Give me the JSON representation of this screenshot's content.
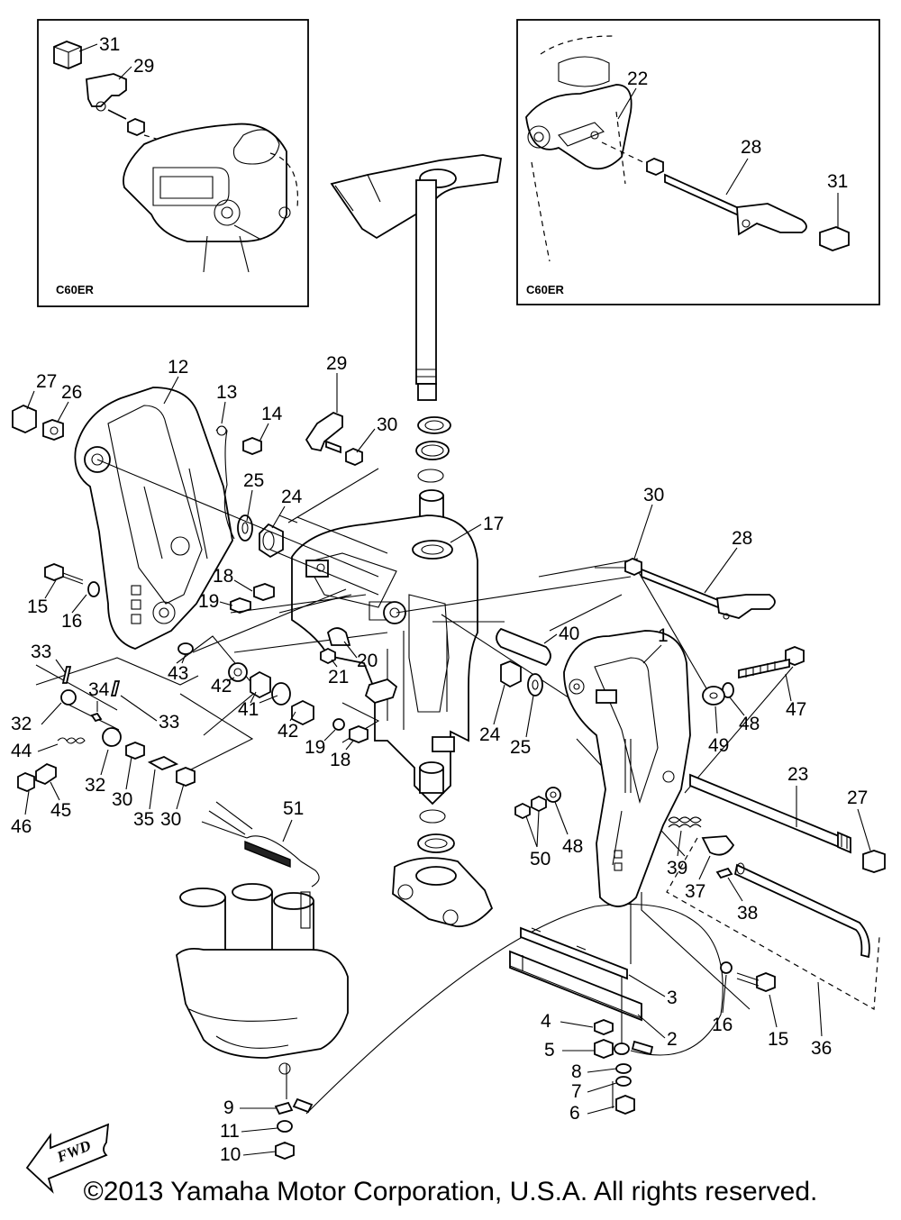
{
  "insets": [
    {
      "label": "C60ER"
    },
    {
      "label": "C60ER"
    }
  ],
  "fwd_label": "FWD",
  "copyright": "©2013 Yamaha Motor Corporation, U.S.A. All rights reserved.",
  "callouts": [
    {
      "n": "31"
    },
    {
      "n": "29"
    },
    {
      "n": "22"
    },
    {
      "n": "28"
    },
    {
      "n": "31"
    },
    {
      "n": "27"
    },
    {
      "n": "26"
    },
    {
      "n": "12"
    },
    {
      "n": "13"
    },
    {
      "n": "14"
    },
    {
      "n": "29"
    },
    {
      "n": "30"
    },
    {
      "n": "25"
    },
    {
      "n": "24"
    },
    {
      "n": "17"
    },
    {
      "n": "30"
    },
    {
      "n": "28"
    },
    {
      "n": "15"
    },
    {
      "n": "16"
    },
    {
      "n": "18"
    },
    {
      "n": "19"
    },
    {
      "n": "40"
    },
    {
      "n": "1"
    },
    {
      "n": "20"
    },
    {
      "n": "21"
    },
    {
      "n": "43"
    },
    {
      "n": "33"
    },
    {
      "n": "47"
    },
    {
      "n": "48"
    },
    {
      "n": "49"
    },
    {
      "n": "34"
    },
    {
      "n": "33"
    },
    {
      "n": "32"
    },
    {
      "n": "42"
    },
    {
      "n": "41"
    },
    {
      "n": "42"
    },
    {
      "n": "19"
    },
    {
      "n": "18"
    },
    {
      "n": "24"
    },
    {
      "n": "25"
    },
    {
      "n": "44"
    },
    {
      "n": "32"
    },
    {
      "n": "30"
    },
    {
      "n": "35"
    },
    {
      "n": "30"
    },
    {
      "n": "45"
    },
    {
      "n": "46"
    },
    {
      "n": "23"
    },
    {
      "n": "27"
    },
    {
      "n": "51"
    },
    {
      "n": "50"
    },
    {
      "n": "48"
    },
    {
      "n": "39"
    },
    {
      "n": "37"
    },
    {
      "n": "38"
    },
    {
      "n": "3"
    },
    {
      "n": "4"
    },
    {
      "n": "2"
    },
    {
      "n": "5"
    },
    {
      "n": "8"
    },
    {
      "n": "7"
    },
    {
      "n": "6"
    },
    {
      "n": "16"
    },
    {
      "n": "15"
    },
    {
      "n": "36"
    },
    {
      "n": "9"
    },
    {
      "n": "11"
    },
    {
      "n": "10"
    }
  ]
}
